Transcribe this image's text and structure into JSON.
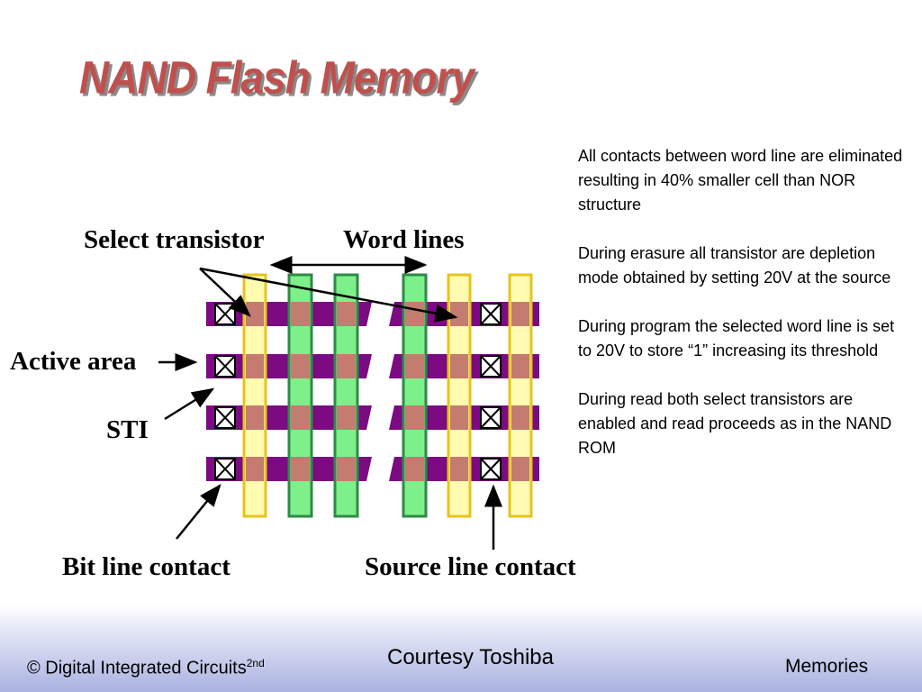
{
  "slide": {
    "title": "NAND Flash Memory"
  },
  "labels": {
    "select_transistor": "Select transistor",
    "word_lines": "Word lines",
    "active_area": "Active area",
    "sti": "STI",
    "bit_line_contact": "Bit line contact",
    "source_line_contact": "Source line contact"
  },
  "notes": [
    "All contacts between word line are eliminated  resulting in 40% smaller cell than NOR structure",
    "During erasure all  transistor are depletion mode obtained by setting 20V at the source",
    "During program the selected word line is set to 20V to store “1” increasing its threshold",
    "During read both select transistors are enabled and read proceeds as in the NAND ROM"
  ],
  "footer": {
    "copyright": "© Digital Integrated Circuits",
    "copyright_sup": "2nd",
    "courtesy": "Courtesy Toshiba",
    "section": "Memories"
  },
  "colors": {
    "title": "#c0504d",
    "active_area": "#7b0a83",
    "select_gate_fill": "#fffbb0",
    "select_gate_border": "#e7c31d",
    "word_line_fill": "#7ef08a",
    "word_line_border": "#2f8a47",
    "overlap": "#c47b70",
    "footer_gradient_end": "#a9b2e0"
  }
}
